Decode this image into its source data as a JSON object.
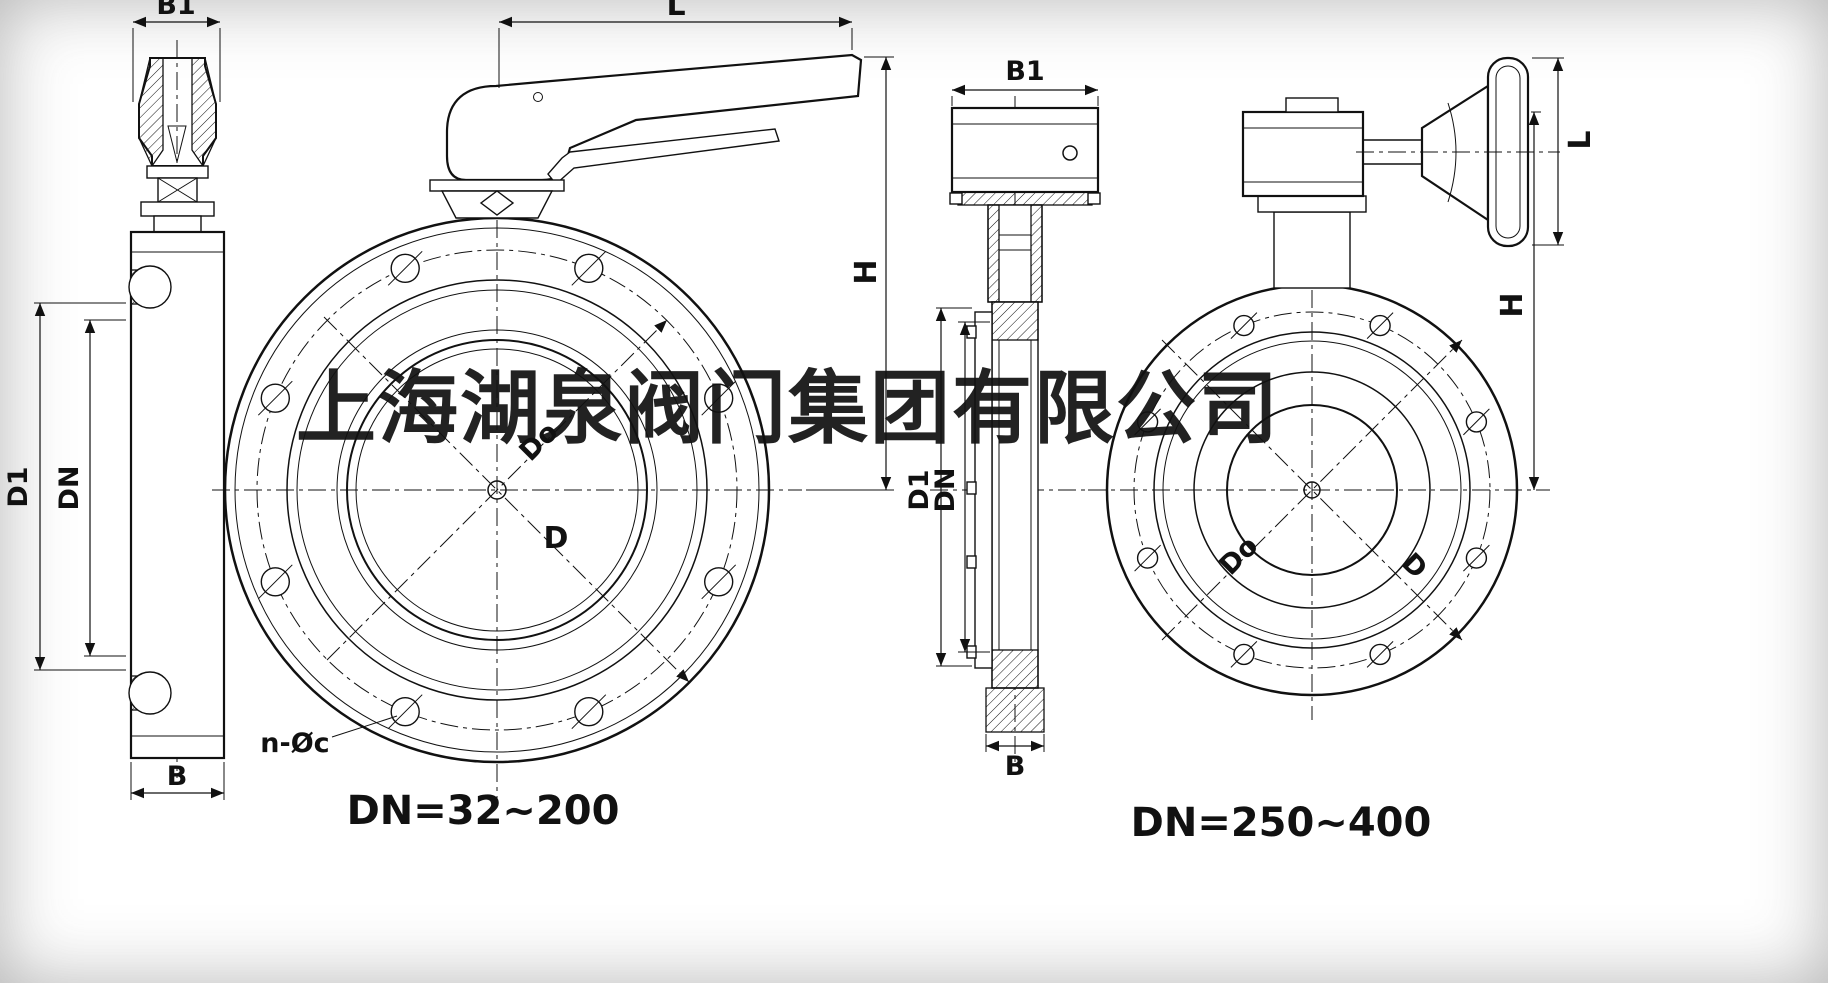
{
  "watermark": "上海湖泉阀门集团有限公司",
  "views": {
    "lever_side": {
      "dim_width_top": "B1",
      "dim_d1": "D1",
      "dim_dn": "DN",
      "dim_width_bottom": "B"
    },
    "lever_front": {
      "dim_length": "L",
      "dim_height": "H",
      "dim_bolt_circle": "Do",
      "dim_outer": "D",
      "bolt_holes_note": "n-Øc",
      "caption": "DN=32~200"
    },
    "gear_side": {
      "dim_width_top": "B1",
      "dim_d1": "D1",
      "dim_dn": "DN",
      "dim_width_bottom": "B"
    },
    "gear_front": {
      "dim_length": "L",
      "dim_height": "H",
      "dim_bolt_circle": "Do",
      "dim_outer": "D",
      "caption": "DN=250~400"
    }
  }
}
